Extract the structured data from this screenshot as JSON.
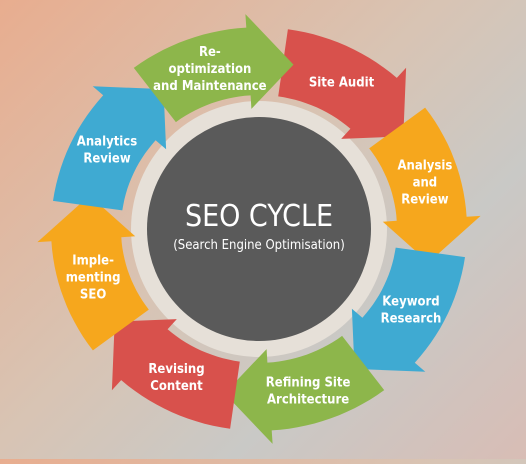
{
  "center": {
    "title": "SEO CYCLE",
    "subtitle": "(Search Engine Optimisation)",
    "color": "#5a5a5a"
  },
  "ring_color": "#e6e0d8",
  "steps": [
    {
      "lines": [
        "Site Audit"
      ],
      "color": "#d8514c"
    },
    {
      "lines": [
        "Analysis",
        "and",
        "Review"
      ],
      "color": "#f6a71d"
    },
    {
      "lines": [
        "Keyword",
        "Research"
      ],
      "color": "#3faad2"
    },
    {
      "lines": [
        "Refining Site",
        "Architecture"
      ],
      "color": "#8db64b"
    },
    {
      "lines": [
        "Revising",
        "Content"
      ],
      "color": "#d8514c"
    },
    {
      "lines": [
        "Imple-",
        "menting",
        "SEO"
      ],
      "color": "#f6a71d"
    },
    {
      "lines": [
        "Analytics",
        "Review"
      ],
      "color": "#3faad2"
    },
    {
      "lines": [
        "Re-",
        "optimization",
        "and Maintenance"
      ],
      "color": "#8db64b"
    }
  ]
}
